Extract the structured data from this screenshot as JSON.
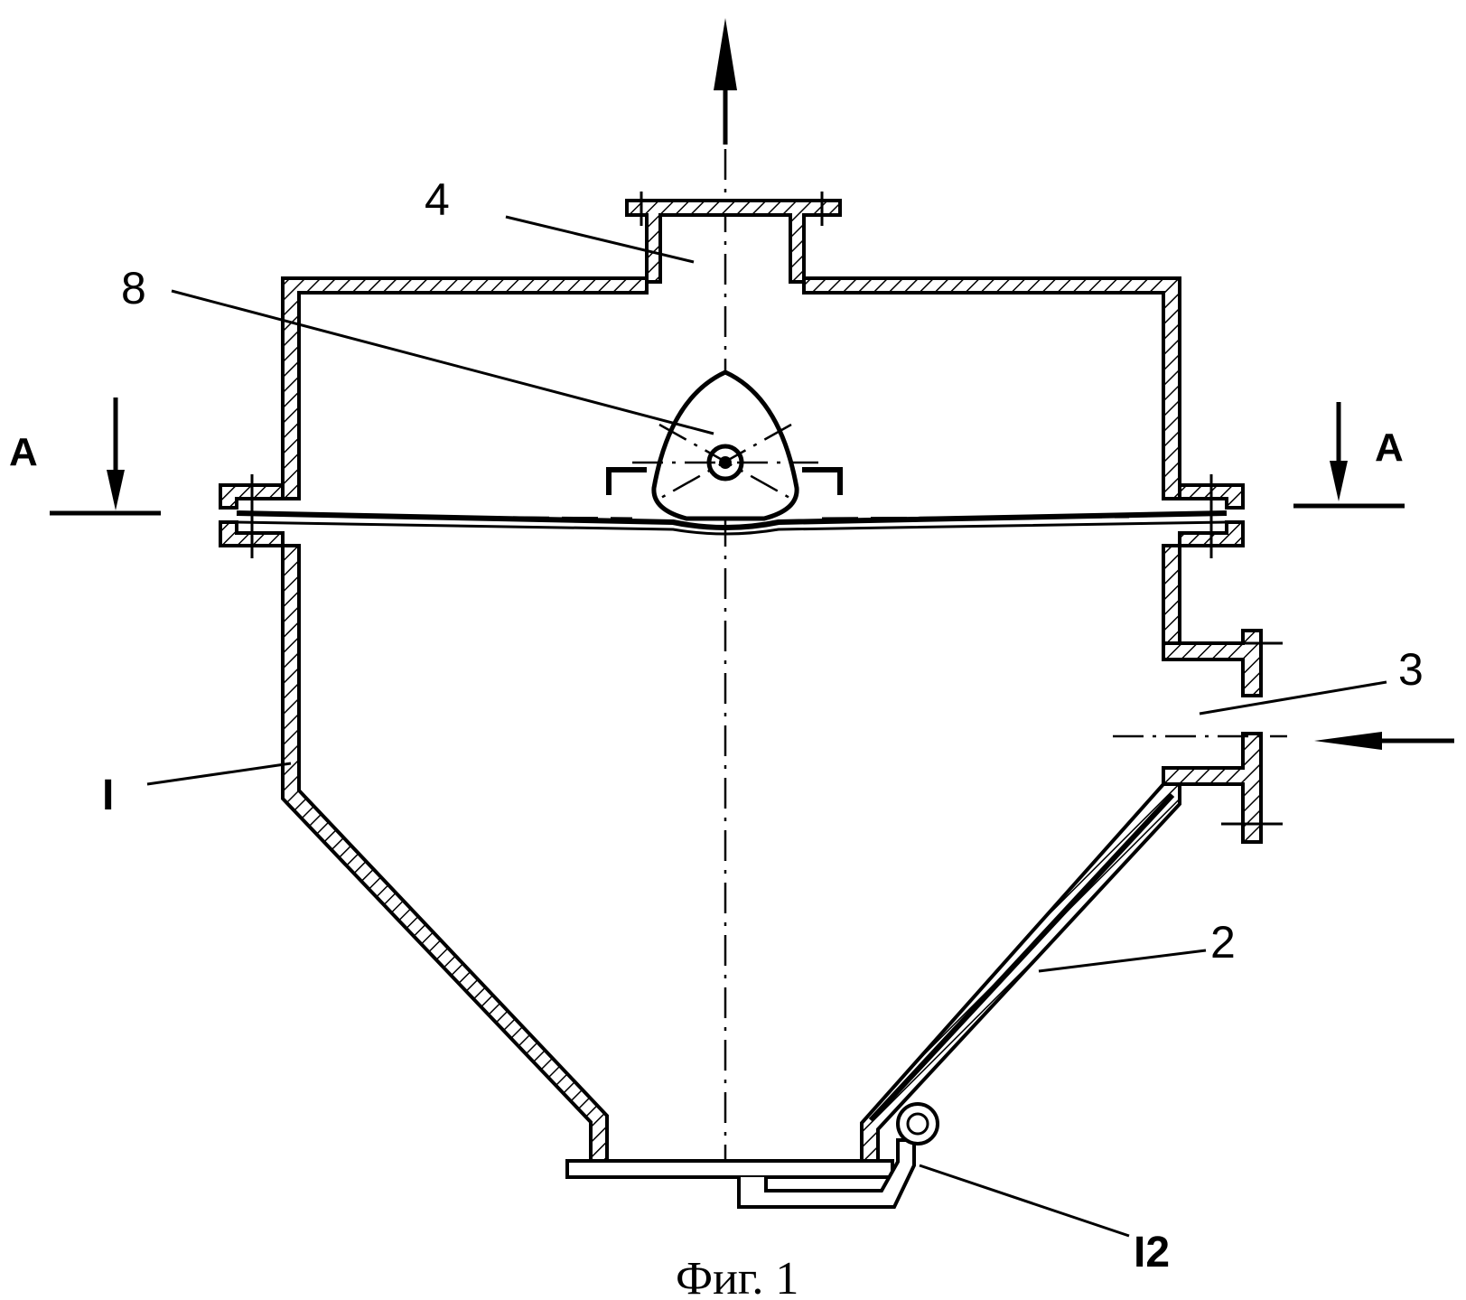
{
  "labels": {
    "inner_insert": "8",
    "outlet_pipe": "4",
    "inlet_pipe": "3",
    "housing": "I",
    "cone_wall": "2",
    "bottom_valve": "I2",
    "section_left": "A",
    "section_right": "A"
  },
  "caption": "Фиг. 1",
  "colors": {
    "ink": "#000000",
    "paper": "#ffffff"
  }
}
